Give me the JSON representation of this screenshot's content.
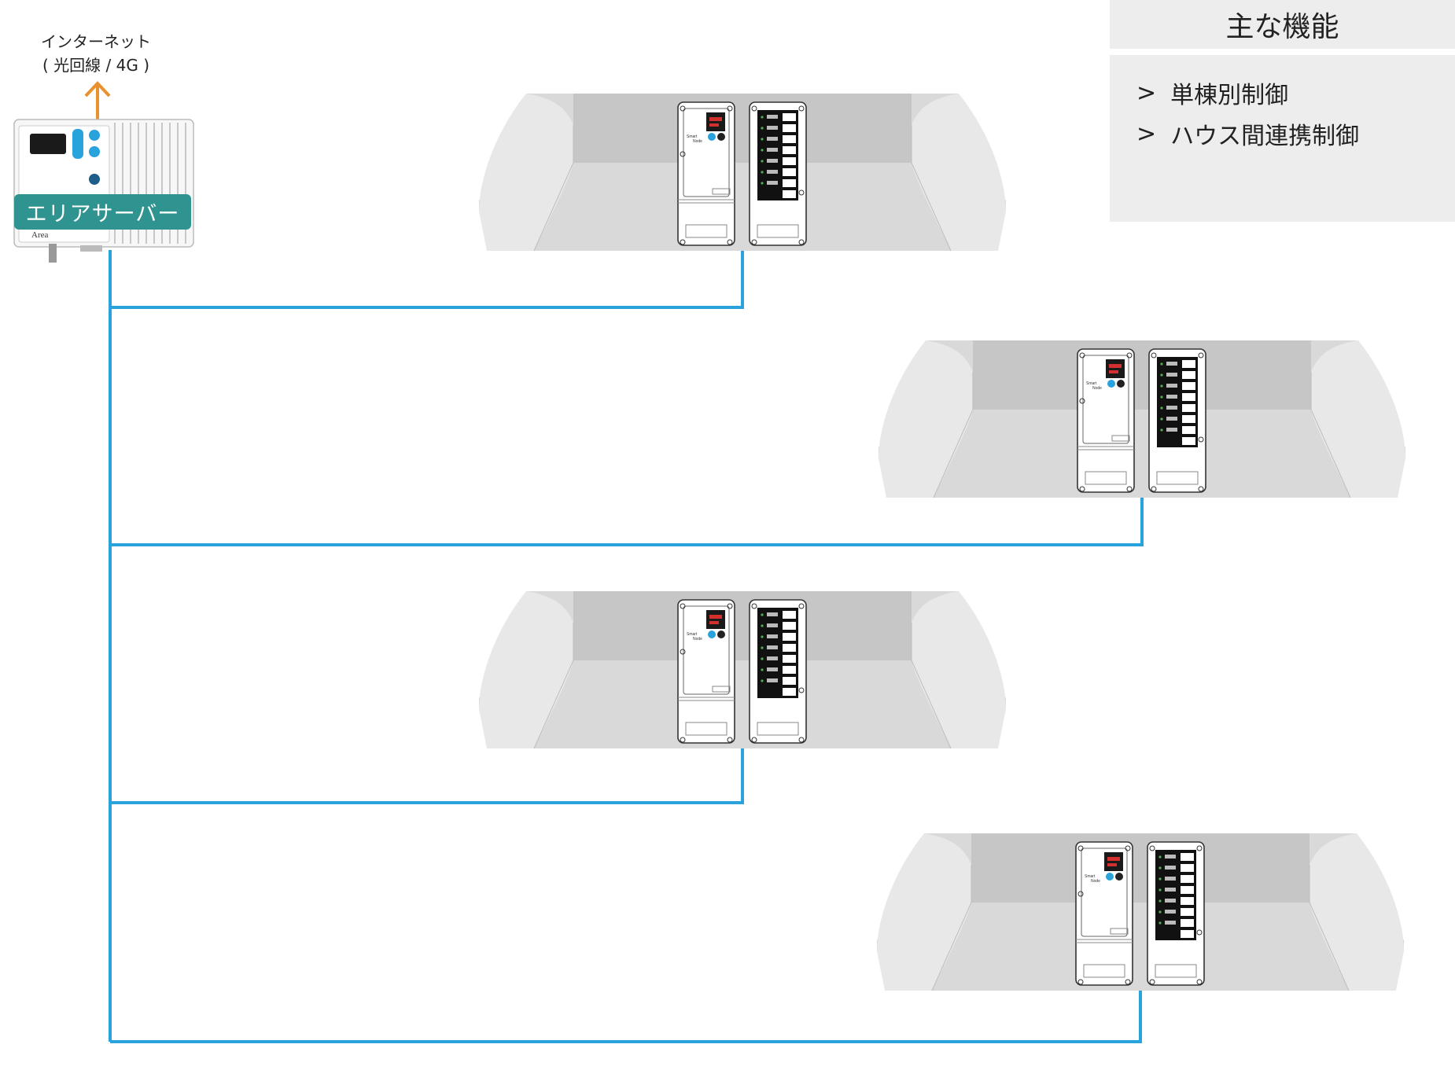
{
  "internet": {
    "line1": "インターネット",
    "line2": "( 光回線 / 4G )"
  },
  "server": {
    "label": "エリアサーバー",
    "brand": "Area"
  },
  "features": {
    "title": "主な機能",
    "items": [
      {
        "marker": ">",
        "text": "単棟別制御"
      },
      {
        "marker": ">",
        "text": "ハウス間連携制御"
      }
    ]
  },
  "device_text": {
    "smart": "Smart",
    "node": "Node"
  },
  "colors": {
    "network_line": "#29a3dc",
    "internet_arrow": "#e8912d",
    "server_badge": "#2f9390",
    "house_dark": "#c8c8c8",
    "house_light": "#d9d9d9",
    "house_end": "#e8e8e8",
    "panel_bg": "#ededed"
  }
}
